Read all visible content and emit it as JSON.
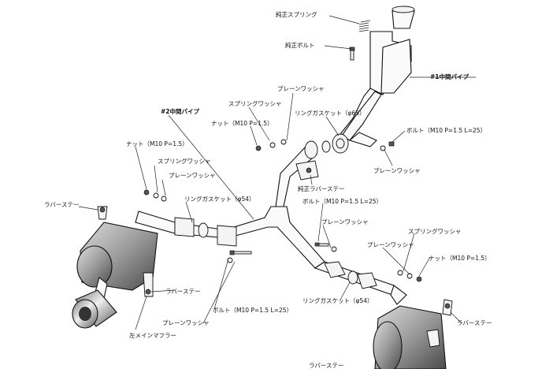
{
  "labels": {
    "genuine_spring": "純正スプリング",
    "genuine_bolt": "純正ボルト",
    "pipe_1": "#1中間パイプ",
    "plain_washer_top": "プレーンワッシャ",
    "spring_washer_top": "スプリングワッシャ",
    "ring_gasket_65": "リングガスケット（φ65）",
    "pipe_2": "#2中間パイプ",
    "nut_top": "ナット（M10 P=1.5）",
    "bolt_right_top": "ボルト（M10 P=1.5 L=25）",
    "plain_washer_right_top": "プレーンワッシャ",
    "nut_left": "ナット（M10 P=1.5）",
    "spring_washer_left": "スプリングワッシャ",
    "plain_washer_left": "プレーンワッシャ",
    "genuine_rubber_stay": "純正ラバーステー",
    "rubber_stay_left_top": "ラバーステー",
    "ring_gasket_54_left": "リングガスケット（φ54）",
    "bolt_mid": "ボルト（M10 P=1.5 L=25）",
    "plain_washer_mid": "プレーンワッシャ",
    "spring_washer_right": "スプリングワッシャ",
    "plain_washer_right": "プレーンワッシャ",
    "nut_right": "ナット（M10 P=1.5）",
    "rubber_stay_left_bottom": "ラバーステー",
    "bolt_bottom": "ボルト（M10 P=1.5 L=25）",
    "plain_washer_bottom": "プレーンワッシャ",
    "left_main_muffler": "左メインマフラー",
    "ring_gasket_54_right": "リングガスケット（φ54）",
    "rubber_stay_right": "ラバーステー",
    "rubber_stay_bottom": "ラバーステー"
  }
}
